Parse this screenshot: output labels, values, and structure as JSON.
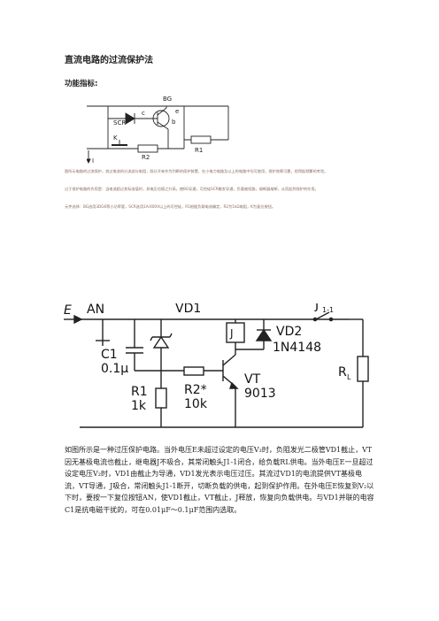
{
  "title": "直流电路的过流保护法",
  "subtitle": "功能指标:",
  "fig1": {
    "labels": {
      "bg": "BG",
      "c": "c",
      "e": "e",
      "b": "b",
      "scr": "SCR",
      "k": "K",
      "r2": "R2",
      "r1": "R1",
      "i": "I"
    }
  },
  "small_paragraphs": [
    "图所示电路的过流保护，其过电流的分流部分电阻，既分开来作为判断的保护装置，在小电力电路及以上的电路中均可使用，保护效果可靠，经得起频繁的考验。",
    "过于保护电路的作用是：当电流超过其标准值时，其电压也随之升高，使BG导通，可控硅SCR触发导通，负载被短路，熔断器熔断，从而起到保护的作用。",
    "元件选择：BG选用3DG6等小功率管，SCR选用1A/400V以上的可控硅，R1根据负载电流确定，R2为1kΩ电阻，K为复位按钮。"
  ],
  "fig2": {
    "labels": {
      "e": "E",
      "an": "AN",
      "c1": "C1",
      "c1_val": "0.1μ",
      "vd1": "VD1",
      "j": "J",
      "vd2": "VD2",
      "vd2_model": "1N4148",
      "j1": "J",
      "j1_sub": "1-1",
      "rl": "R",
      "rl_sub": "L",
      "r1": "R1",
      "r1_val": "1k",
      "r2": "R2*",
      "r2_val": "10k",
      "vt": "VT",
      "vt_model": "9013"
    }
  },
  "body_text": "如图所示是一种过压保护电路。当外电压E未超过设定的电压V₂时，负阻发光二极管VD1截止，VT因无基极电流也截止，继电器J不吸合，其常闭触头J1-1闭合，给负载RL供电。当外电压E一旦超过设定电压V₂时，VD1由截止为导通，VD1发光表示电压过压。其流过VD1的电流提供VT基极电流，VT导通，J吸合，常闭触头J1-1断开，切断负载的供电，起到保护作用。在外电压E恢复到V₂以下时，要按一下复位按钮AN，使VD1截止，VT截止，J释放，恢复向负载供电。与VD1并联的电容C1是抗电磁干扰的，可在0.01μF～0.1μF范围内选取。"
}
